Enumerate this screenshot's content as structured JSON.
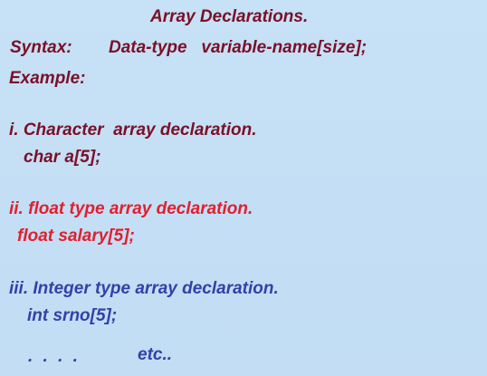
{
  "title": "Array Declarations.",
  "syntax": {
    "label": "Syntax:",
    "value": "Data-type   variable-name[size];"
  },
  "example_label": "Example:",
  "sections": [
    {
      "heading": "i. Character  array declaration.",
      "code": "char a[5];",
      "color": "#7a1028"
    },
    {
      "heading": "ii. float type array declaration.",
      "code": "float salary[5];",
      "color": "#e21f2d"
    },
    {
      "heading": "iii. Integer type array declaration.",
      "code": "int srno[5];",
      "color": "#3440a8"
    }
  ],
  "footer": {
    "dots": ". . . .",
    "etc": "etc.."
  },
  "colors": {
    "background": "#c5e0f5",
    "maroon": "#7a1028",
    "red": "#e21f2d",
    "blue": "#3440a8"
  }
}
